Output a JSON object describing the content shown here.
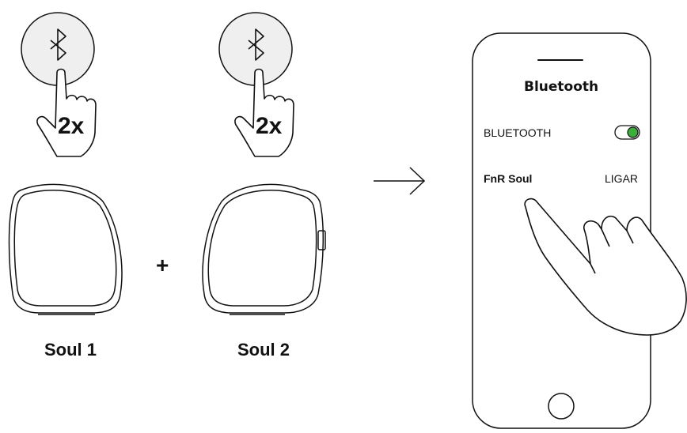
{
  "step1": {
    "press_count_left": "2x",
    "press_count_right": "2x",
    "plus_sign": "+",
    "speaker1_label": "Soul 1",
    "speaker2_label": "Soul 2"
  },
  "phone": {
    "title": "Bluetooth",
    "bluetooth_row_label": "BLUETOOTH",
    "toggle_state": "on",
    "toggle_color": "#3cae3c",
    "device_name": "FnR Soul",
    "connect_action": "LIGAR"
  },
  "icons": {
    "bluetooth_button": "bluetooth-icon",
    "hand_press": "hand-pointer-icon",
    "arrow": "arrow-right-icon",
    "home_button": "home-button-icon"
  }
}
